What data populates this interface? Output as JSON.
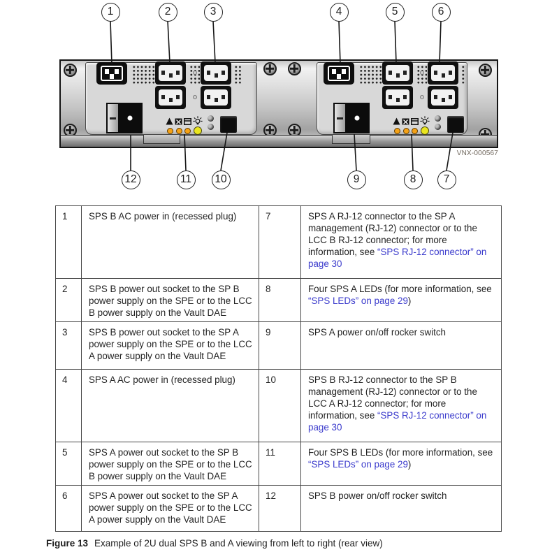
{
  "figure": {
    "device_label": "VNX-000567",
    "callouts": {
      "c1": "1",
      "c2": "2",
      "c3": "3",
      "c4": "4",
      "c5": "5",
      "c6": "6",
      "c7": "7",
      "c8": "8",
      "c9": "9",
      "c10": "10",
      "c11": "11",
      "c12": "12"
    },
    "icons": {
      "warning-icon": "filled triangle",
      "fault-box-icon": "box with X",
      "battery-icon": "box with bar",
      "bulb-icon": "lightbulb with rays",
      "round-symbol-icon": "dark circular marker",
      "screw-icon": "phillips screw head"
    },
    "colors": {
      "led_amber": "#f5a216",
      "led_yellow": "#eae61f",
      "link_blue": "#3a3acc"
    }
  },
  "table": {
    "rows": [
      {
        "n1": "1",
        "d1": [
          {
            "t": "SPS B AC power in (recessed plug)"
          }
        ],
        "n2": "7",
        "d2": [
          {
            "t": "SPS A RJ-12 connector to the SP A management (RJ-12) connector or to the LCC B RJ-12 connector; for more information, see "
          },
          {
            "t": "“SPS RJ-12 connector” on page 30",
            "link": true
          }
        ]
      },
      {
        "n1": "2",
        "d1": [
          {
            "t": "SPS B power out socket to the SP B power supply on the SPE or to the LCC B power supply on the Vault DAE"
          }
        ],
        "n2": "8",
        "d2": [
          {
            "t": "Four SPS A LEDs (for more information, see "
          },
          {
            "t": "“SPS LEDs” on page 29",
            "link": true
          },
          {
            "t": ")"
          }
        ]
      },
      {
        "n1": "3",
        "d1": [
          {
            "t": "SPS B power out socket to the SP A power supply on the SPE or to the LCC A power supply on the Vault DAE"
          }
        ],
        "n2": "9",
        "d2": [
          {
            "t": "SPS A power on/off rocker switch"
          }
        ]
      },
      {
        "n1": "4",
        "d1": [
          {
            "t": "SPS A AC power in (recessed plug)"
          }
        ],
        "n2": "10",
        "d2": [
          {
            "t": "SPS B RJ-12 connector to the SP B management (RJ-12) connector or to the LCC A RJ-12 connector; for more information, see "
          },
          {
            "t": "“SPS RJ-12 connector” on page 30",
            "link": true
          }
        ]
      },
      {
        "n1": "5",
        "d1": [
          {
            "t": "SPS A power out socket to the SP B power supply on the SPE or to the LCC B power supply on the Vault DAE"
          }
        ],
        "n2": "11",
        "d2": [
          {
            "t": "Four SPS B LEDs (for more information, see "
          },
          {
            "t": "“SPS LEDs” on page 29",
            "link": true
          },
          {
            "t": ")"
          }
        ]
      },
      {
        "n1": "6",
        "d1": [
          {
            "t": "SPS A power out socket to the SP A power supply on the SPE or to the LCC A power supply on the Vault DAE"
          }
        ],
        "n2": "12",
        "d2": [
          {
            "t": "SPS B power on/off rocker switch"
          }
        ]
      }
    ]
  },
  "caption": {
    "label": "Figure 13",
    "text": "Example of 2U dual SPS B and A viewing from left to right (rear view)"
  }
}
